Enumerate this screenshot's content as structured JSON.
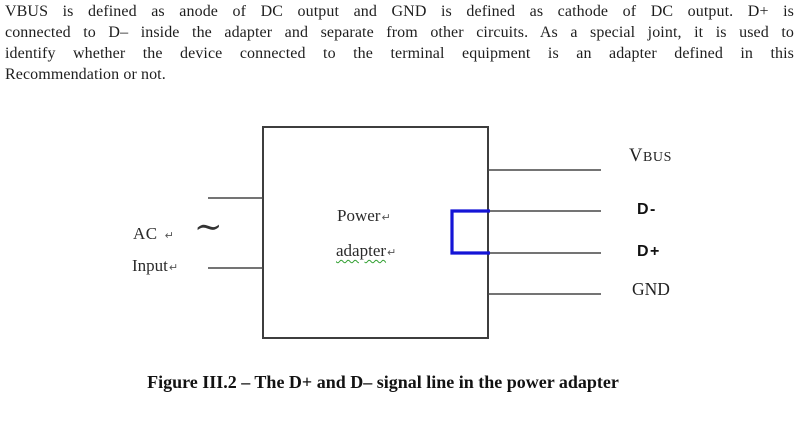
{
  "paragraph": {
    "lines": [
      "VBUS is defined as anode of DC output and GND is defined as cathode of DC output. D+ is",
      "connected to D– inside the adapter and separate from other circuits. As a special joint, it is used to",
      "identify whether the device connected to the terminal equipment is an adapter defined in this",
      "Recommendation or not."
    ]
  },
  "diagram": {
    "ac_label": "AC",
    "input_label": "Input",
    "tilde_symbol": "∼",
    "power_label": "Power",
    "adapter_label": "adapter",
    "return_mark": "↵",
    "outputs": [
      {
        "label": "VBUS"
      },
      {
        "label": "D-"
      },
      {
        "label": "D+"
      },
      {
        "label": "GND"
      }
    ],
    "colors": {
      "joint_blue": "#1414d6",
      "diagram_line": "#474747",
      "spellcheck_green": "#2f9e2f"
    }
  },
  "caption": {
    "text": "Figure III.2 – The D+ and D– signal line in the power adapter"
  }
}
